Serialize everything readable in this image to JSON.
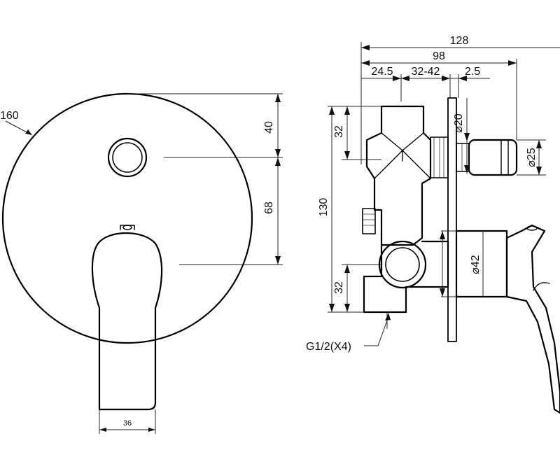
{
  "front_view": {
    "diameter_label": "160",
    "dim_top": "40",
    "dim_mid": "68",
    "handle_width": "36"
  },
  "side_view": {
    "overall_depth": "128",
    "body_depth": "98",
    "dim_a": "24.5",
    "dim_b": "32-42",
    "dim_c": "2.5",
    "upper_port_height": "32",
    "total_height": "130",
    "lower_port_height": "32",
    "stem_diameter": "⌀20",
    "knob_diameter": "⌀25",
    "flange_diameter": "⌀42",
    "thread_label": "G1/2(X4)"
  }
}
